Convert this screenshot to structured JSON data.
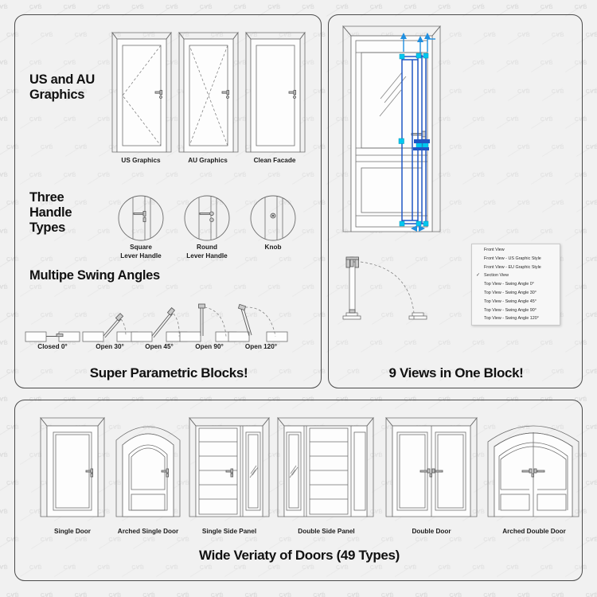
{
  "background": {
    "watermark_text": "CVB",
    "page_bg": "#f1f1f1"
  },
  "panels": {
    "left": {
      "sections": [
        {
          "heading": "US and AU\nGraphics",
          "items": [
            {
              "label": "US Graphics",
              "icon": "door-elevation-us-swing-icon"
            },
            {
              "label": "AU Graphics",
              "icon": "door-elevation-au-swing-icon"
            },
            {
              "label": "Clean Facade",
              "icon": "door-elevation-plain-icon"
            }
          ]
        },
        {
          "heading": "Three\nHandle\nTypes",
          "items": [
            {
              "label": "Square\nLever Handle",
              "icon": "square-lever-handle-icon"
            },
            {
              "label": "Round\nLever Handle",
              "icon": "round-lever-handle-icon"
            },
            {
              "label": "Knob",
              "icon": "knob-handle-icon"
            }
          ]
        },
        {
          "heading": "Multipe Swing Angles",
          "items": [
            {
              "label": "Closed 0°",
              "angle": 0,
              "icon": "door-plan-swing-0-icon"
            },
            {
              "label": "Open 30°",
              "angle": 30,
              "icon": "door-plan-swing-30-icon"
            },
            {
              "label": "Open 45°",
              "angle": 45,
              "icon": "door-plan-swing-45-icon"
            },
            {
              "label": "Open 90°",
              "angle": 90,
              "icon": "door-plan-swing-90-icon"
            },
            {
              "label": "Open 120°",
              "angle": 120,
              "icon": "door-plan-swing-120-icon"
            }
          ]
        }
      ],
      "banner": "Super Parametric Blocks!"
    },
    "right": {
      "banner": "9 Views in One Block!",
      "selection_color": "#1f56c4",
      "grip_color": "#00c8f0",
      "menu": {
        "selected": "Section View",
        "check_glyph": "✓",
        "items": [
          "Front View",
          "Front View - US Graphic Style",
          "Front View - EU Graphic Style",
          "Section View",
          "Top View - Swing Angle 0°",
          "Top View - Swing Angle 30°",
          "Top View - Swing Angle 45°",
          "Top View - Swing Angle 90°",
          "Top View - Swing Angle 120°"
        ]
      },
      "cursor_color": "#c81010"
    },
    "bottom": {
      "items": [
        {
          "label": "Single Door",
          "icon": "single-door-icon"
        },
        {
          "label": "Arched Single Door",
          "icon": "arched-single-door-icon"
        },
        {
          "label": "Single Side Panel",
          "icon": "single-side-panel-door-icon"
        },
        {
          "label": "Double Side Panel",
          "icon": "double-side-panel-door-icon"
        },
        {
          "label": "Double Door",
          "icon": "double-door-icon"
        },
        {
          "label": "Arched Double Door",
          "icon": "arched-double-door-icon"
        }
      ],
      "banner": "Wide Veriaty of Doors (49 Types)"
    }
  }
}
